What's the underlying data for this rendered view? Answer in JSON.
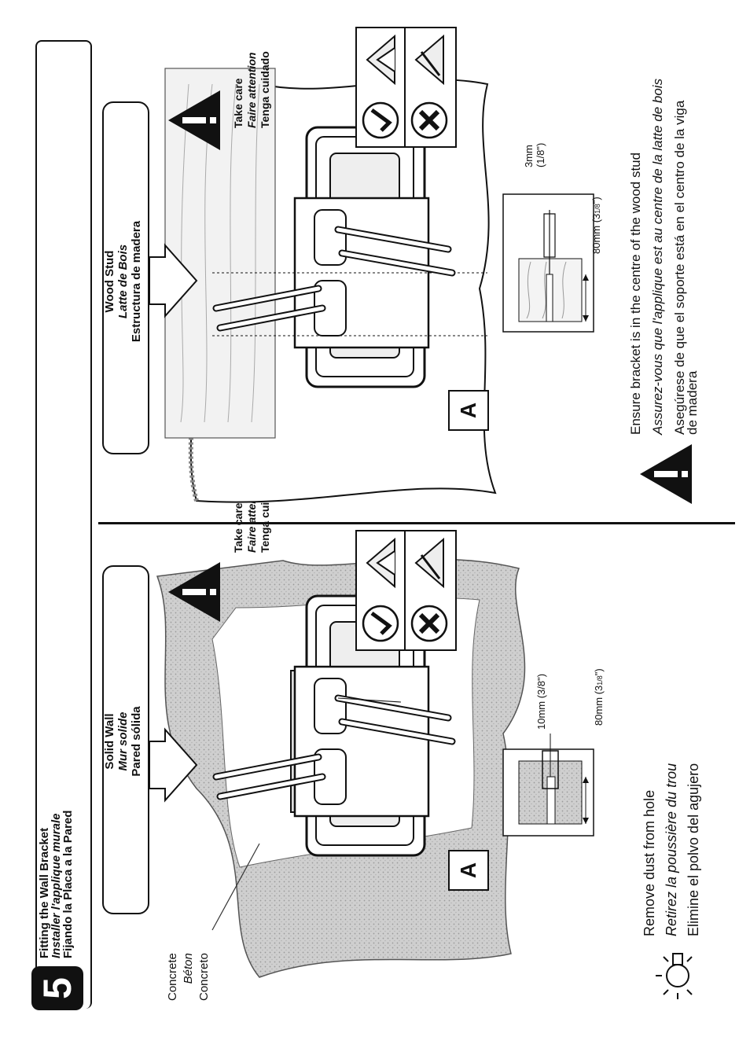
{
  "header": {
    "step": "5",
    "line1": "Fitting the Wall Bracket",
    "line2": "Installer l'applique murale",
    "line3": "Fijando la Placa a la Pared"
  },
  "solid_wall": {
    "label_en": "Solid Wall",
    "label_fr": "Mur solide",
    "label_es": "Pared sólida",
    "material_en": "Concrete",
    "material_fr": "Béton",
    "material_es": "Concreto",
    "marker": "A",
    "drill_size": "10mm (3/8\")",
    "drill_depth": "80mm (3",
    "drill_depth_frac": "1/8",
    "drill_depth_end": "\")",
    "tip_en": "Remove dust from hole",
    "tip_fr": "Retirez la poussière du trou",
    "tip_es": "Elimine el polvo del agujero"
  },
  "wood_stud": {
    "label_en": "Wood Stud",
    "label_fr": "Latte de Bois",
    "label_es": "Estructura de madera",
    "marker": "A",
    "drill_size_a": "3mm",
    "drill_size_b": "(1/8\")",
    "drill_depth": "80mm (3",
    "drill_depth_frac": "1/8",
    "drill_depth_end": "\")",
    "note_en": "Ensure bracket is in the centre of the wood stud",
    "note_fr": "Assurez-vous que l'applique est au centre de la latte de bois",
    "note_es_1": "Asegúrese de que el soporte está en el centro de la viga",
    "note_es_2": "de madera"
  },
  "warning": {
    "line1": "Take care",
    "line2": "Faire attention",
    "line3": "Tenga cuidado"
  },
  "icons": {
    "lightbulb": "lightbulb-icon",
    "warning": "warning-triangle-icon",
    "correct": "check-icon",
    "incorrect": "cross-icon"
  }
}
